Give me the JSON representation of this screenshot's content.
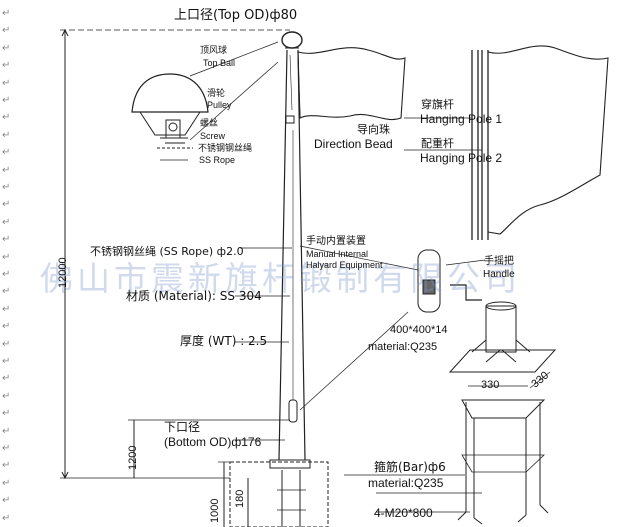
{
  "pilcrow": "↵",
  "pilcrow_rows": 30,
  "labels": {
    "top_od": "上口径(Top OD)ф80",
    "top_ball_cn": "顶风球",
    "top_ball_en": "Top Ball",
    "pulley_cn": "滑轮",
    "pulley_en": "Pulley",
    "screw_cn": "螺丝",
    "screw_en": "Screw",
    "ss_rope_cn": "不锈钢钢丝绳",
    "ss_rope_en": "SS Rope",
    "direction_bead_cn": "导向珠",
    "direction_bead_en": "Direction Bead",
    "hanging_pole1_cn": "穿旗杆",
    "hanging_pole1_en": "Hanging Pole 1",
    "hanging_pole2_cn": "配重杆",
    "hanging_pole2_en": "Hanging Pole 2",
    "height": "12000",
    "ss_rope_spec": "不锈钢钢丝绳 (SS Rope) ф2.0",
    "halyard_cn": "手动内置装置",
    "halyard_en1": "Manual   Internal",
    "halyard_en2": "Halyard Equipment",
    "handle_cn": "手摇把",
    "handle_en": "Handle",
    "material": "材质 (Material): SS 304",
    "plate_size": "400*400*14",
    "plate_material": "material:Q235",
    "wt": "厚度 (WT) : 2.5",
    "dim_330a": "330",
    "dim_330b": "330",
    "bottom_od_cn": "下口径",
    "bottom_od_en": "(Bottom OD)ф176",
    "dim_1200": "1200",
    "stirrup": "箍筋(Bar)ф6",
    "bar_material": "material:Q235",
    "bolts": "4-M20*800",
    "dim_1000": "1000",
    "dim_180": "180",
    "watermark": "佛山市震新旗杆锻制有限公司"
  }
}
